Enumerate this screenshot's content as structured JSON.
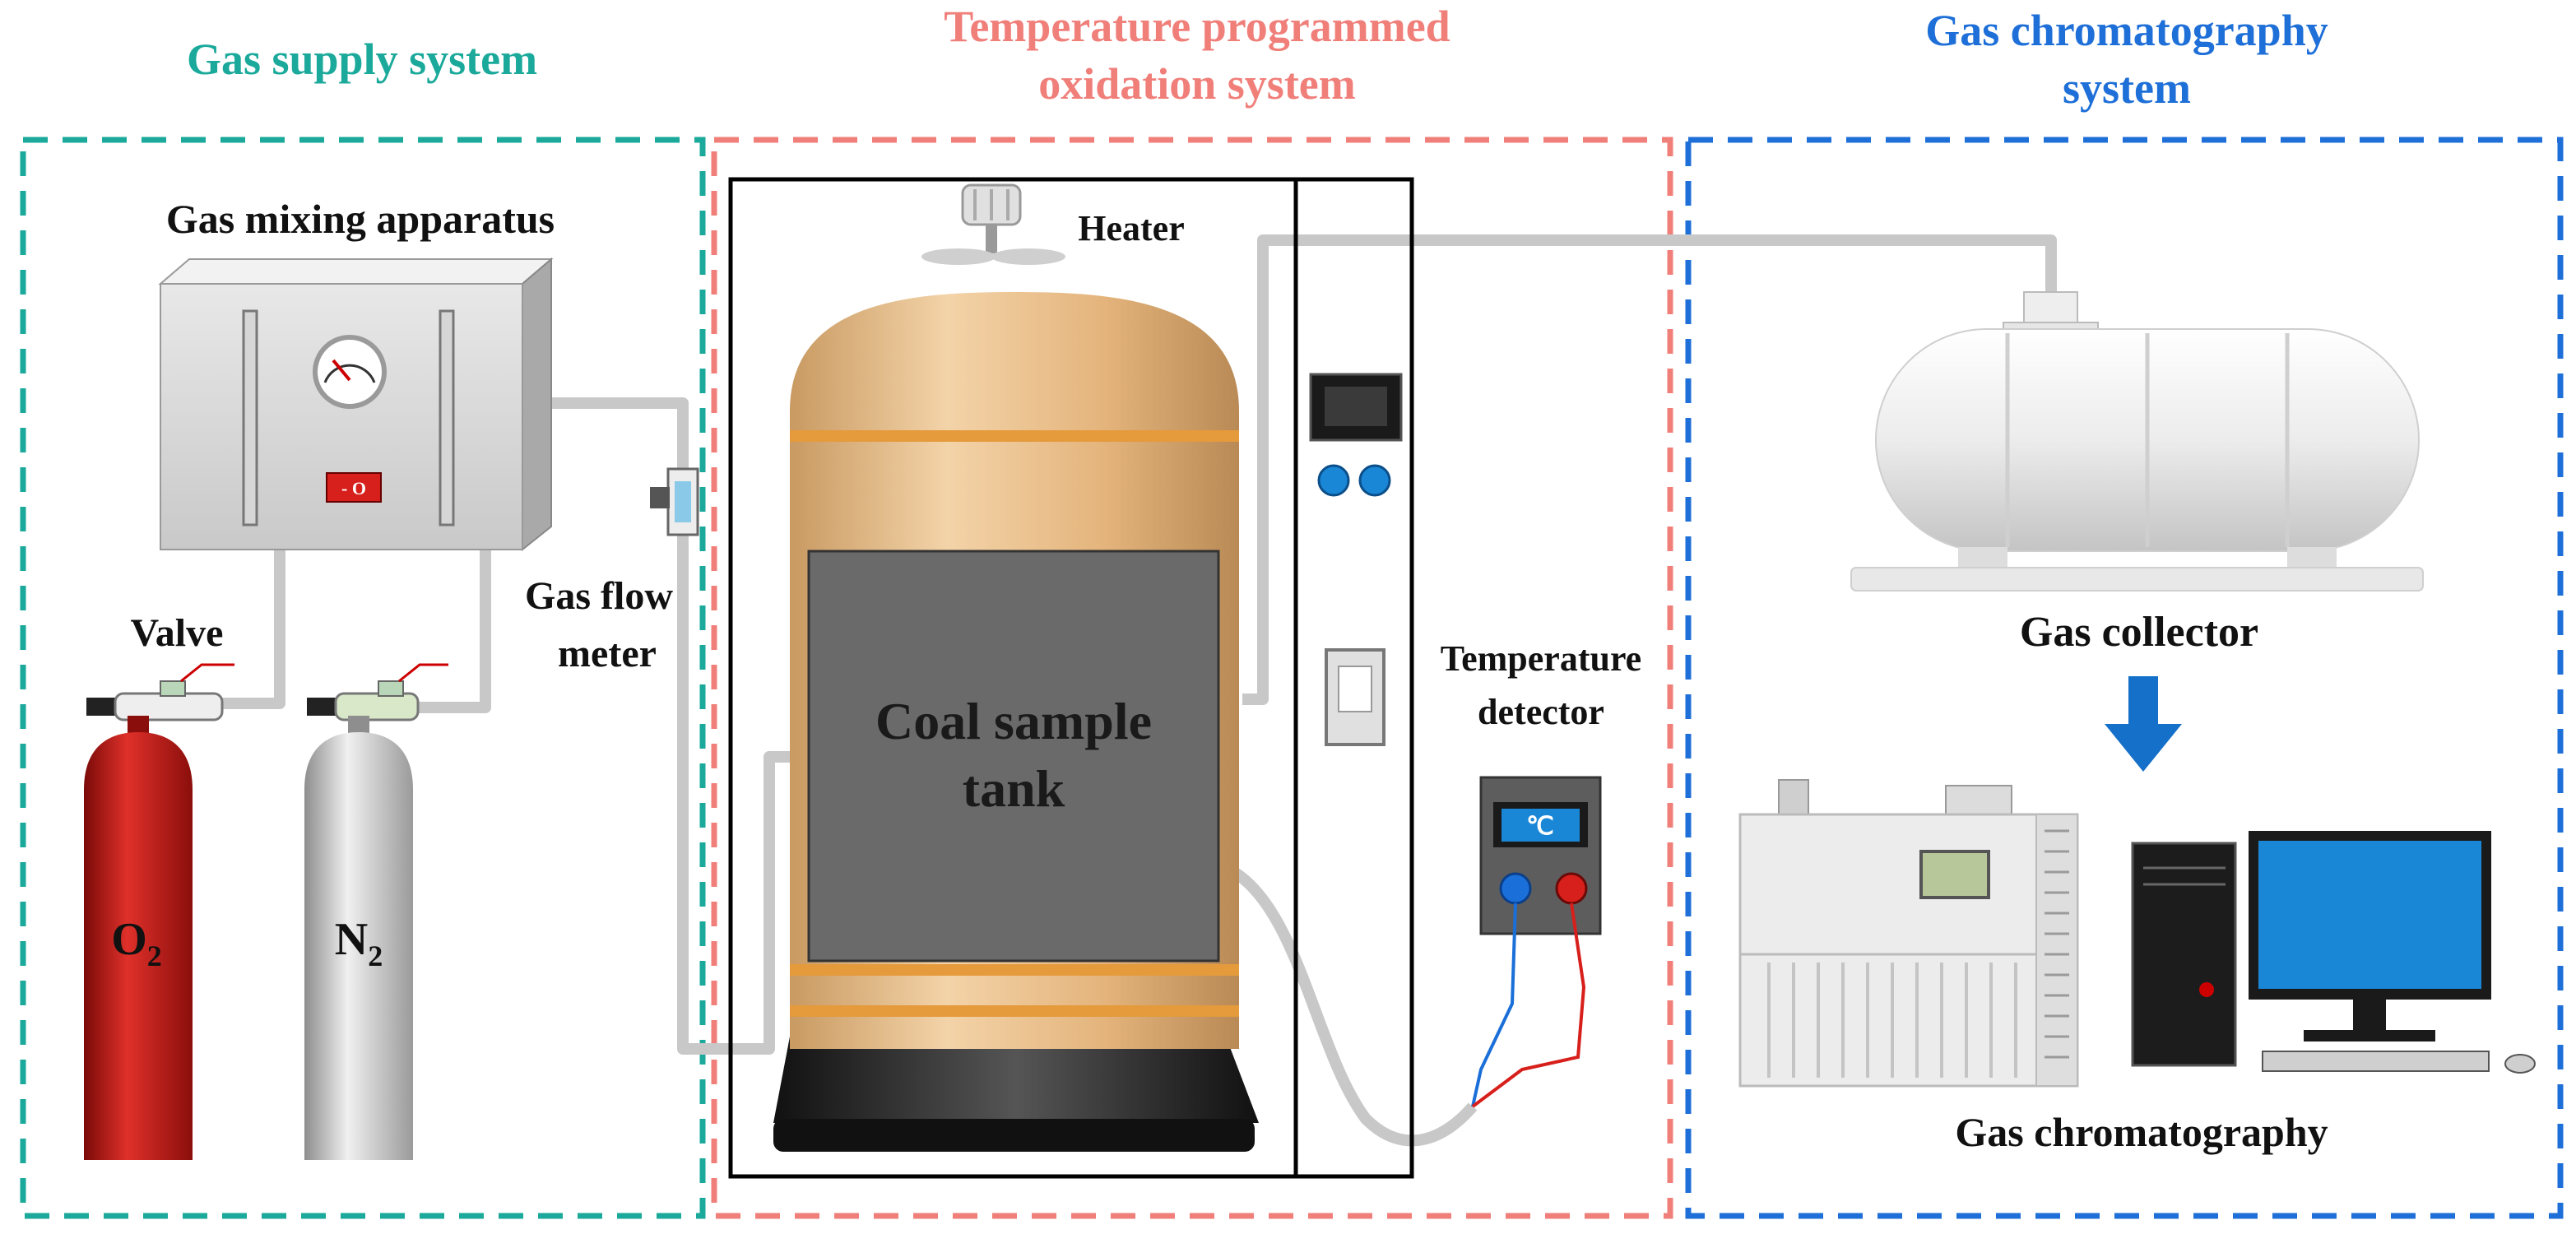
{
  "sections": {
    "gas_supply": {
      "title": "Gas supply system",
      "color": "#1aa99a"
    },
    "tpo": {
      "title_line1": "Temperature programmed",
      "title_line2": "oxidation system",
      "color": "#f07f7a"
    },
    "gc": {
      "title_line1": "Gas chromatography",
      "title_line2": "system",
      "color": "#1e6fd8"
    }
  },
  "labels": {
    "gas_mixing_apparatus": "Gas mixing apparatus",
    "valve": "Valve",
    "gas_flow_meter_line1": "Gas flow",
    "gas_flow_meter_line2": "meter",
    "heater": "Heater",
    "coal_tank_line1": "Coal sample",
    "coal_tank_line2": "tank",
    "temp_detector_line1": "Temperature",
    "temp_detector_line2": "detector",
    "gas_collector": "Gas collector",
    "gas_chromatography": "Gas chromatography",
    "celsius": "℃",
    "switch_label": "- O"
  },
  "cylinders": {
    "oxygen": {
      "formula": "O",
      "subscript": "2",
      "color": "#c41a16"
    },
    "nitrogen": {
      "formula": "N",
      "subscript": "2",
      "color": "#bdbdbd"
    }
  },
  "colors": {
    "pipe": "#c8c8c8",
    "tank_body": "#e7bd8a",
    "tank_band": "#e59a3c",
    "tank_panel": "#6a6a6a",
    "arrow": "#1470c8",
    "screen": "#1a86d6"
  }
}
